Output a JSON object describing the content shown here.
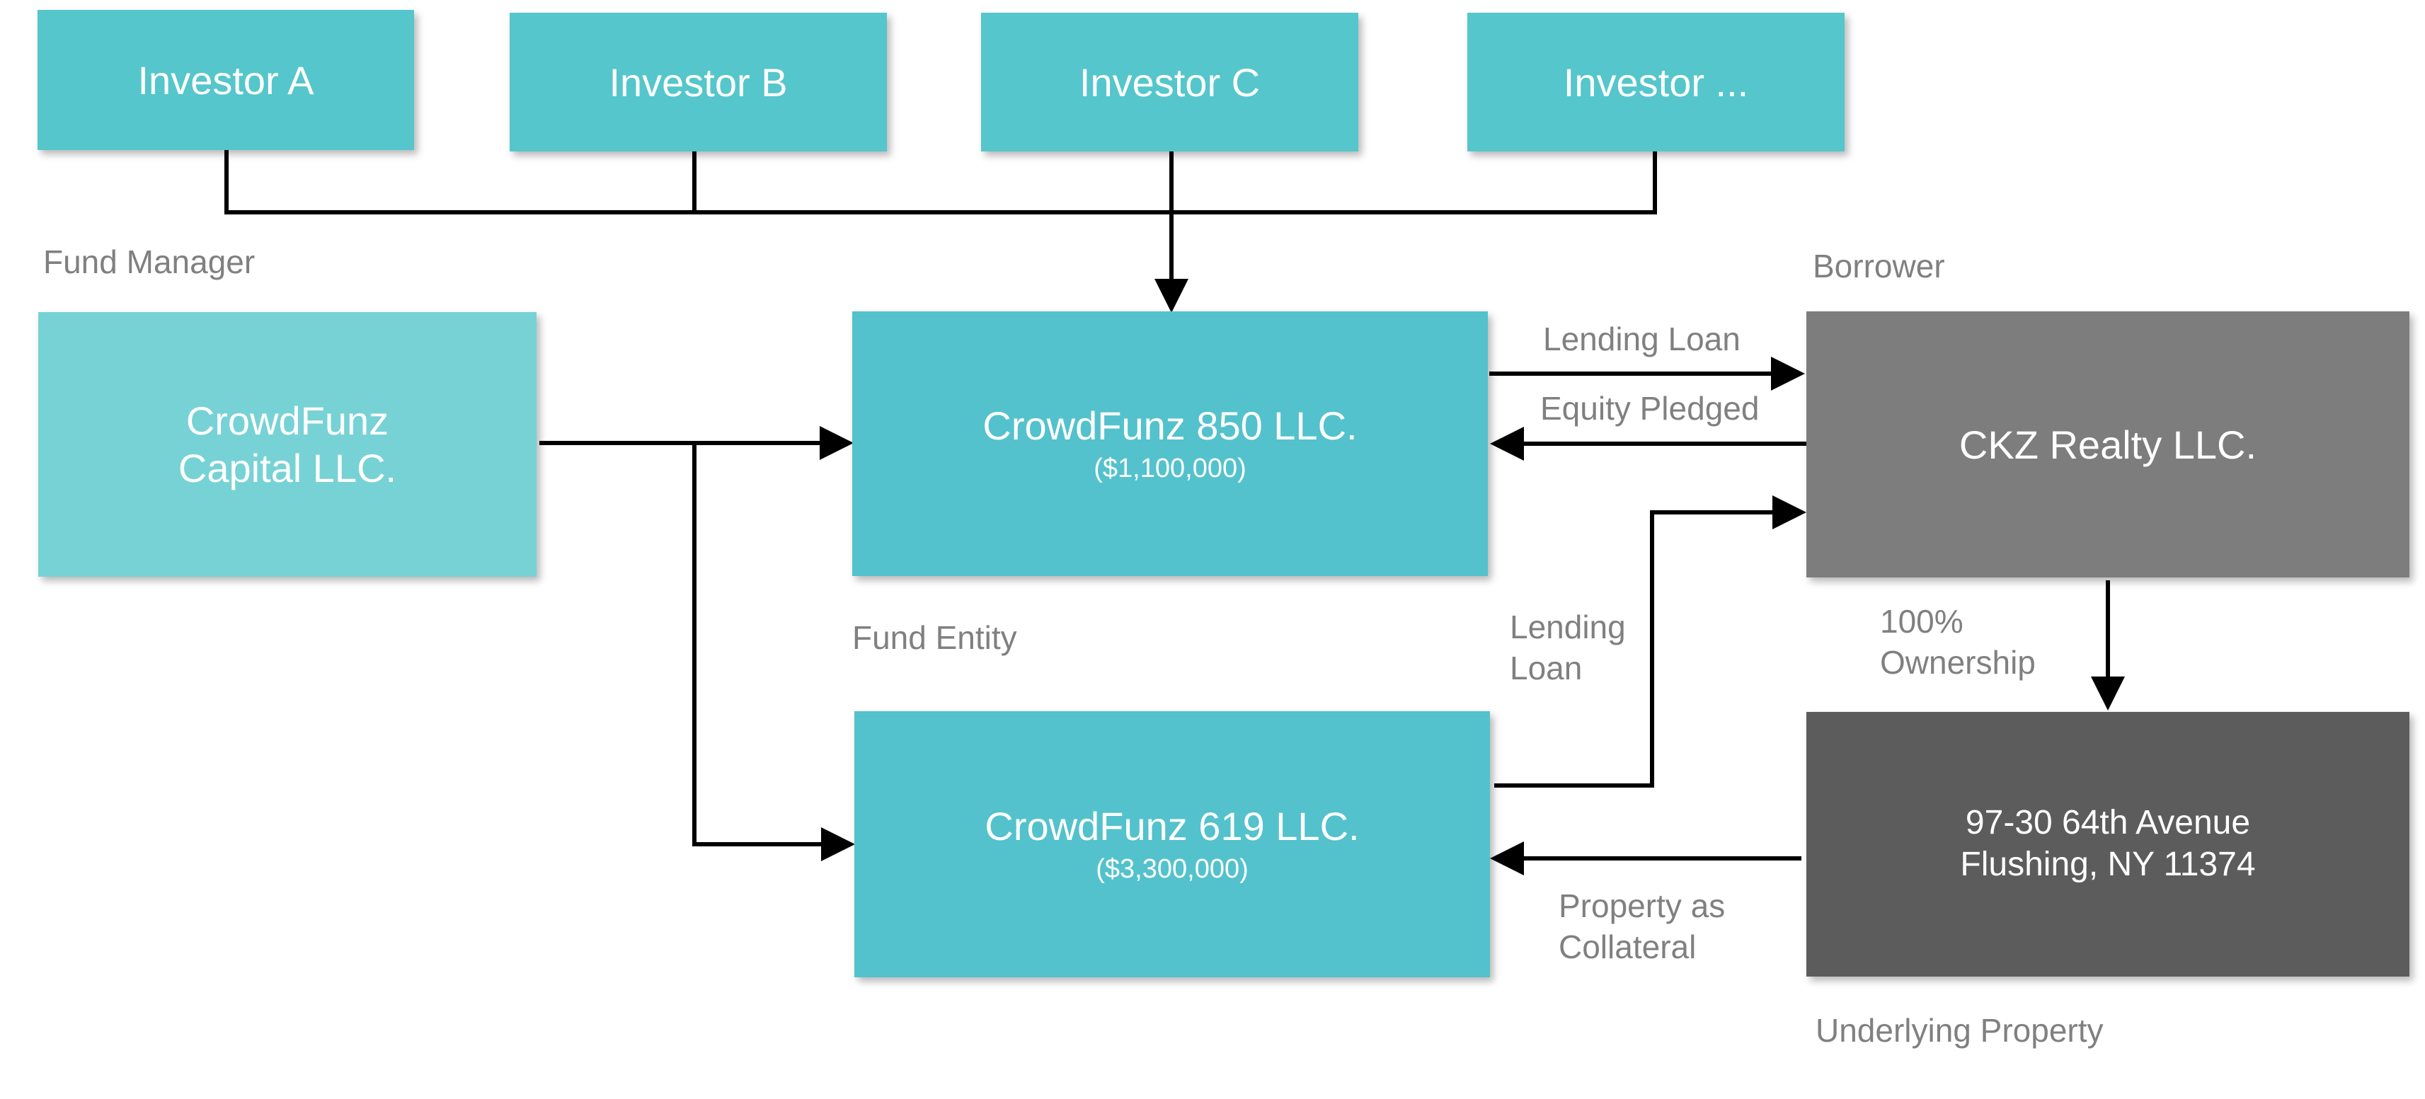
{
  "investors": [
    {
      "label": "Investor A"
    },
    {
      "label": "Investor B"
    },
    {
      "label": "Investor C"
    },
    {
      "label": "Investor ..."
    }
  ],
  "fund_manager": {
    "heading": "Fund Manager",
    "line1": "CrowdFunz",
    "line2": "Capital LLC."
  },
  "fund_entity": {
    "heading": "Fund Entity",
    "fund_850": {
      "name": "CrowdFunz 850 LLC.",
      "amount": "($1,100,000)"
    },
    "fund_619": {
      "name": "CrowdFunz 619 LLC.",
      "amount": "($3,300,000)"
    }
  },
  "borrower": {
    "heading": "Borrower",
    "name": "CKZ Realty LLC."
  },
  "property": {
    "heading": "Underlying Property",
    "line1": "97-30 64th Avenue",
    "line2": "Flushing, NY 11374"
  },
  "edge_labels": {
    "lending_loan_top": "Lending Loan",
    "equity_pledged": "Equity Pledged",
    "lending_loan_lower_1": "Lending",
    "lending_loan_lower_2": "Loan",
    "ownership_1": "100%",
    "ownership_2": "Ownership",
    "collateral_1": "Property as",
    "collateral_2": "Collateral"
  },
  "colors": {
    "investor": "#55c6cb",
    "fund": "#53c2cc",
    "manager": "#77d2d5",
    "borrower": "#7d7d7d",
    "property": "#5c5c5c",
    "label": "#808080",
    "connector": "#000000"
  }
}
